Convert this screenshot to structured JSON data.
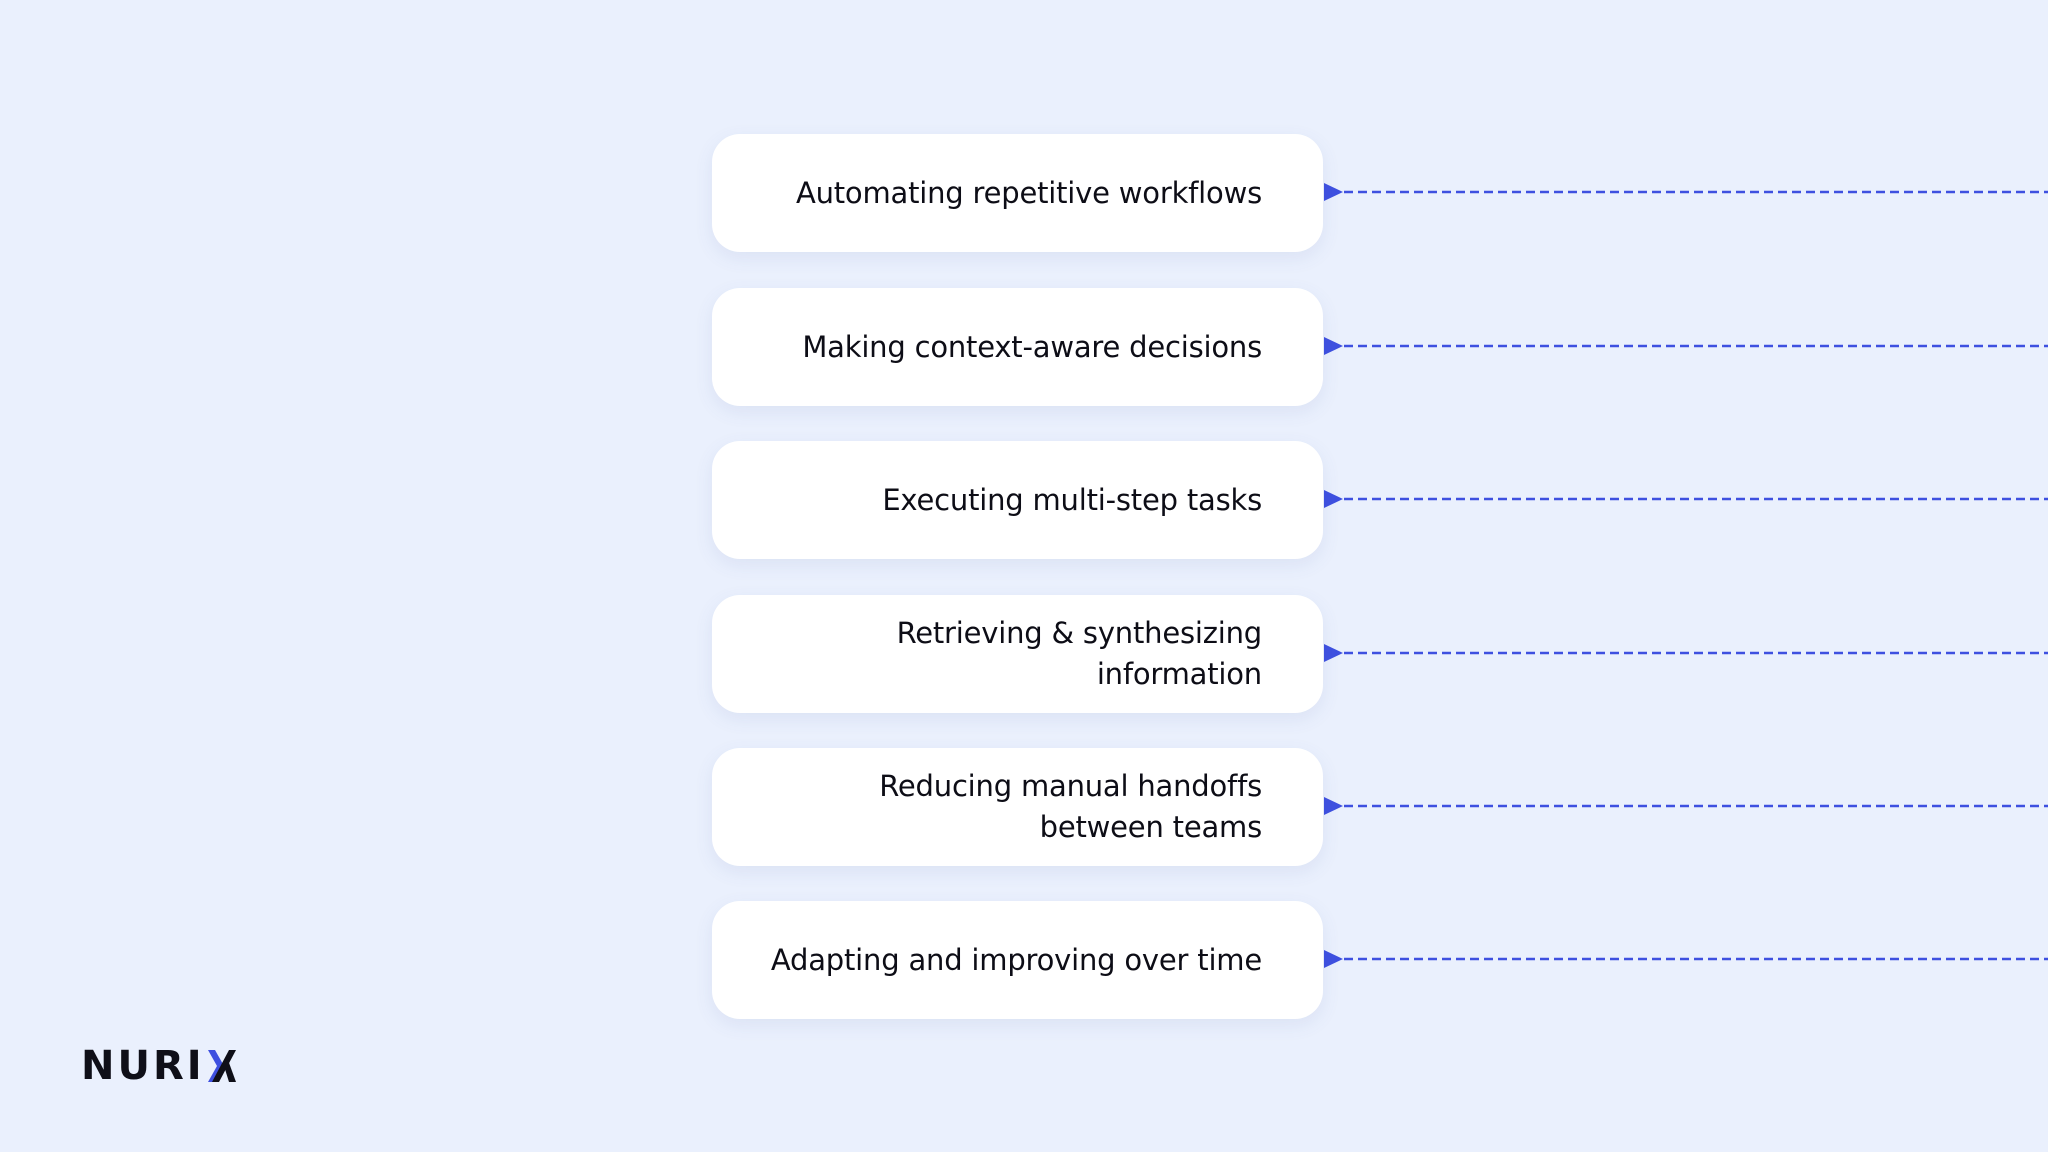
{
  "colors": {
    "background": "#eaf0fd",
    "card": "#ffffff",
    "text": "#0d0d16",
    "connector": "#3e50e0",
    "logo_accent": "#3e50e0"
  },
  "items": [
    {
      "label": "Automating repetitive workflows"
    },
    {
      "label": "Making context-aware decisions"
    },
    {
      "label": "Executing multi-step tasks"
    },
    {
      "label": "Retrieving & synthesizing information"
    },
    {
      "label": "Reducing manual handoffs between teams"
    },
    {
      "label": "Adapting and improving over time"
    }
  ],
  "logo": {
    "text": "NURI",
    "mark": "X"
  }
}
